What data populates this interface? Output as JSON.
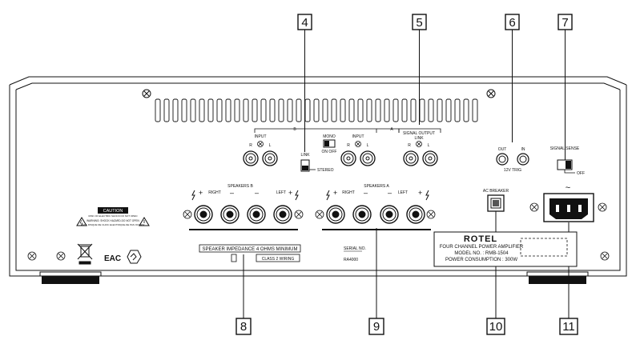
{
  "callouts": {
    "c4": "4",
    "c5": "5",
    "c6": "6",
    "c7": "7",
    "c8": "8",
    "c9": "9",
    "c10": "10",
    "c11": "11"
  },
  "inputs": {
    "group_b": "B",
    "group_a": "A",
    "input_label_b": "INPUT",
    "input_label_a": "INPUT",
    "right": "R",
    "left": "L",
    "link": "LINK",
    "stereo": "STEREO",
    "mono": "MONO",
    "on_off": "ON OFF"
  },
  "signal_output": {
    "title": "SIGNAL OUTPUT",
    "link": "LINK",
    "right": "R",
    "left": "L"
  },
  "trigger": {
    "out": "OUT",
    "in": "IN",
    "label": "12V TRIG"
  },
  "signal_sense": {
    "title": "SIGNAL SENSE",
    "off": "OFF"
  },
  "speakers_b": {
    "title": "SPEAKERS B",
    "right": "RIGHT",
    "left": "LEFT",
    "minus": "–",
    "plus": "+"
  },
  "speakers_a": {
    "title": "SPEAKERS A",
    "right": "RIGHT",
    "left": "LEFT",
    "minus": "–",
    "plus": "+"
  },
  "ac_breaker": "AC BREAKER",
  "ac_symbol": "~",
  "caution": {
    "title": "CAUTION",
    "line1": "RISK OF ELECTRIC SHOCK DO NOT OPEN",
    "line2": "WARNING: SHOCK HAZARD-DO NOT OPEN",
    "line3": "AVIS: RISQUE DE CHOC ELECTRIQUE-NE PAS OUVRIR"
  },
  "impedance": "SPEAKER IMPEDANCE 4 OHMS MINIMUM",
  "class2": "CLASS 2 WIRING",
  "serial": "SERIAL NO.",
  "model_code": "RA4000",
  "eac": "EAC",
  "nameplate": {
    "brand": "ROTEL",
    "line1": "FOUR CHANNEL POWER AMPLIFIER",
    "line2": "MODEL NO. : RMB-1504",
    "line3": "POWER CONSUMPTION : 300W"
  }
}
